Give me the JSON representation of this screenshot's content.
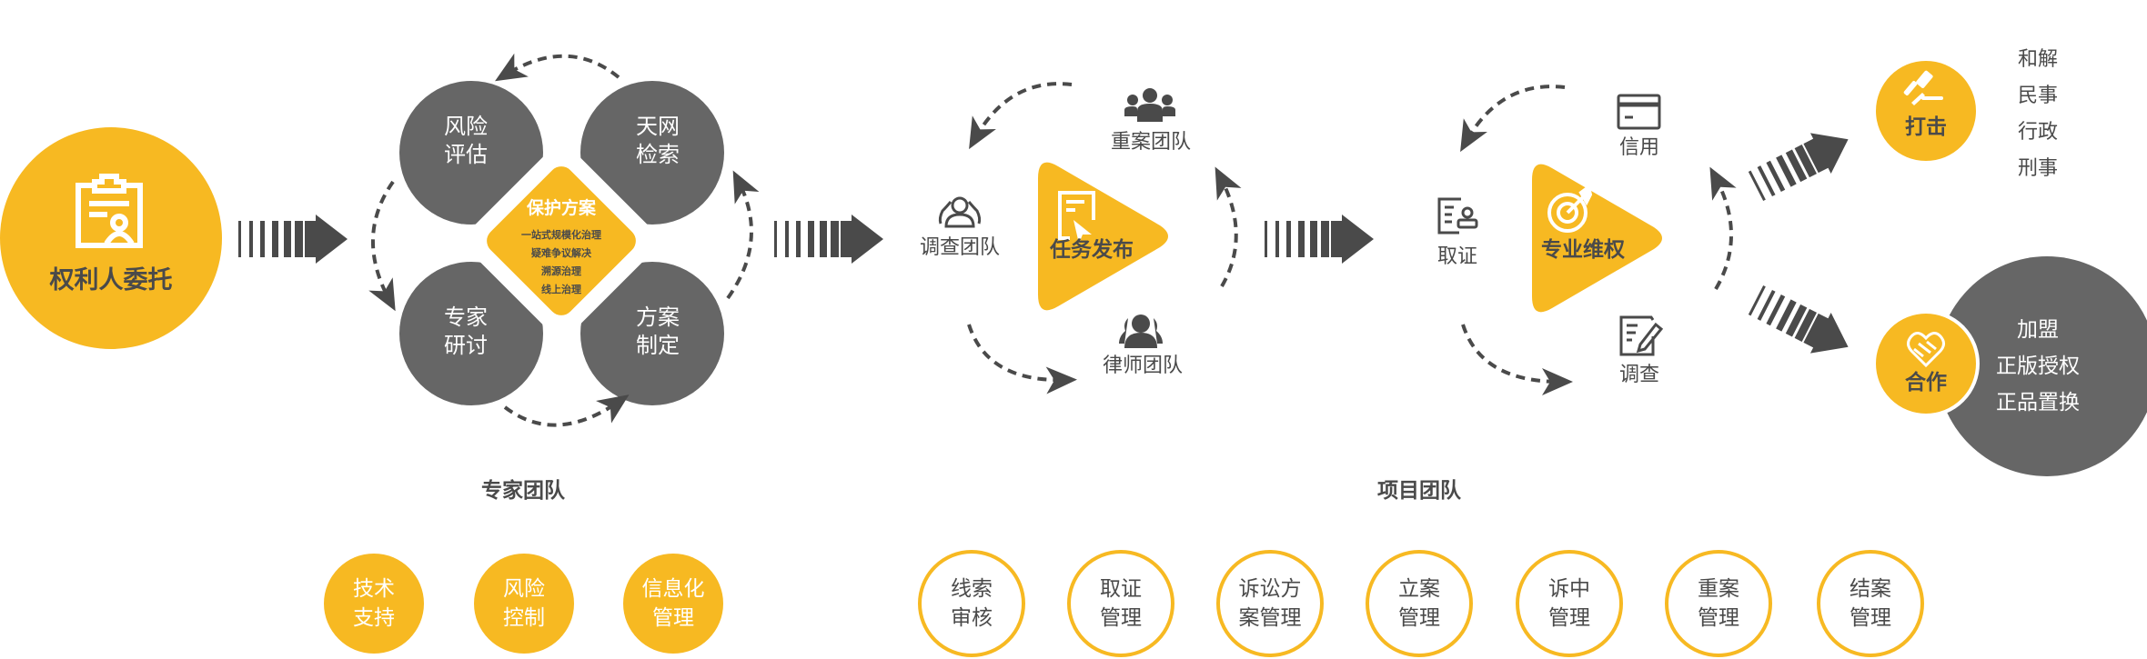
{
  "colors": {
    "yellow": "#F7B922",
    "gray": "#666666",
    "dark": "#4A4A4A",
    "white": "#FFFFFF"
  },
  "client": {
    "label": "权利人委托",
    "icon": "clipboard-user-icon"
  },
  "expert_cluster": {
    "center": {
      "title": "保护方案",
      "lines": [
        "一站式规模化治理",
        "疑难争议解决",
        "溯源治理",
        "线上治理"
      ]
    },
    "petals": [
      {
        "position": "top-left",
        "line1": "风险",
        "line2": "评估"
      },
      {
        "position": "top-right",
        "line1": "天网",
        "line2": "检索"
      },
      {
        "position": "bottom-left",
        "line1": "专家",
        "line2": "研讨"
      },
      {
        "position": "bottom-right",
        "line1": "方案",
        "line2": "制定"
      }
    ]
  },
  "task": {
    "label": "任务发布",
    "icon": "task-document-cursor-icon",
    "teams": [
      {
        "label": "调查团队",
        "icon": "people-outline-icon"
      },
      {
        "label": "重案团队",
        "icon": "business-team-icon"
      },
      {
        "label": "律师团队",
        "icon": "people-solid-icon"
      }
    ]
  },
  "rights": {
    "label": "专业维权",
    "icon": "target-arrow-icon",
    "items": [
      {
        "label": "取证",
        "icon": "evidence-stamp-icon"
      },
      {
        "label": "信用",
        "icon": "credit-card-icon"
      },
      {
        "label": "调查",
        "icon": "document-pen-icon"
      }
    ]
  },
  "outcomes": {
    "strike": {
      "label": "打击",
      "icon": "gavel-icon",
      "items": [
        "和解",
        "民事",
        "行政",
        "刑事"
      ]
    },
    "cooperate": {
      "label": "合作",
      "icon": "heart-handshake-icon",
      "items": [
        "加盟",
        "正版授权",
        "正品置换"
      ]
    }
  },
  "expert_team": {
    "title": "专家团队",
    "items": [
      {
        "line1": "技术",
        "line2": "支持"
      },
      {
        "line1": "风险",
        "line2": "控制"
      },
      {
        "line1": "信息化",
        "line2": "管理"
      }
    ]
  },
  "project_team": {
    "title": "项目团队",
    "items": [
      {
        "line1": "线索",
        "line2": "审核"
      },
      {
        "line1": "取证",
        "line2": "管理"
      },
      {
        "line1": "诉讼方",
        "line2": "案管理"
      },
      {
        "line1": "立案",
        "line2": "管理"
      },
      {
        "line1": "诉中",
        "line2": "管理"
      },
      {
        "line1": "重案",
        "line2": "管理"
      },
      {
        "line1": "结案",
        "line2": "管理"
      }
    ]
  }
}
